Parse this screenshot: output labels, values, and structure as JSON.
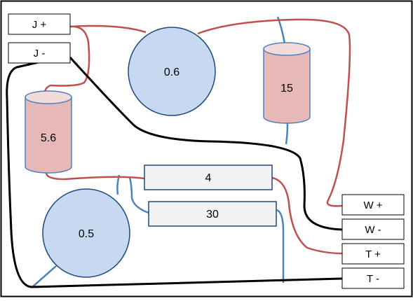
{
  "terminals": {
    "j_plus": "J +",
    "j_minus": "J -",
    "w_plus": "W +",
    "w_minus": "W -",
    "t_plus": "T +",
    "t_minus": "T -"
  },
  "components": {
    "cap_top": "0.6",
    "cap_bottom": "0.5",
    "cyl_left": "5.6",
    "cyl_right": "15",
    "resistor_top": "4",
    "resistor_bottom": "30"
  },
  "colors": {
    "wire_red": "#c0504d",
    "wire_blue": "#4f81bd",
    "wire_black": "#000000",
    "cap_fill": "#c6d9f1",
    "cap_stroke": "#1f497d",
    "cyl_fill": "#e6b9b8",
    "cyl_stroke": "#4f81bd",
    "box_fill": "#f2f2f2",
    "box_stroke": "#1f497d"
  }
}
